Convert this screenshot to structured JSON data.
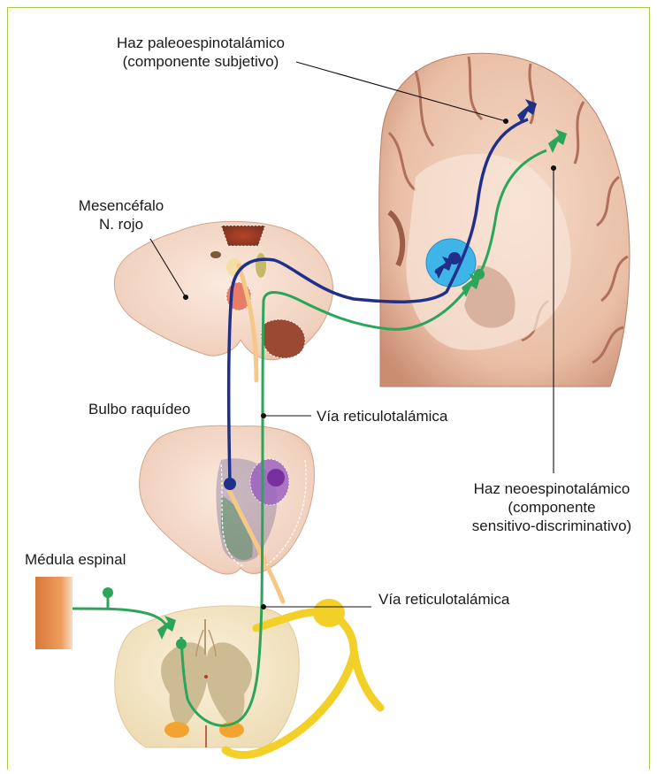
{
  "labels": {
    "paleo_line1": "Haz paleoespinotalámico",
    "paleo_line2": "(componente subjetivo)",
    "mesencefalo_line1": "Mesencéfalo",
    "mesencefalo_line2": "N. rojo",
    "bulbo": "Bulbo raquídeo",
    "via_reticulo_upper": "Vía reticulotalámica",
    "via_reticulo_lower": "Vía reticulotalámica",
    "medula": "Médula espinal",
    "neo_line1": "Haz neoespinotalámico",
    "neo_line2": "(componente",
    "neo_line3": "sensitivo-discriminativo)"
  },
  "colors": {
    "frame_border": "#a8c94a",
    "paleo_pathway": "#1f2f8a",
    "neo_pathway": "#2aa55a",
    "yellow_ganglion": "#f2d028",
    "orange_tract": "#f4c07a",
    "thalamus_highlight": "#3fb4e8"
  }
}
